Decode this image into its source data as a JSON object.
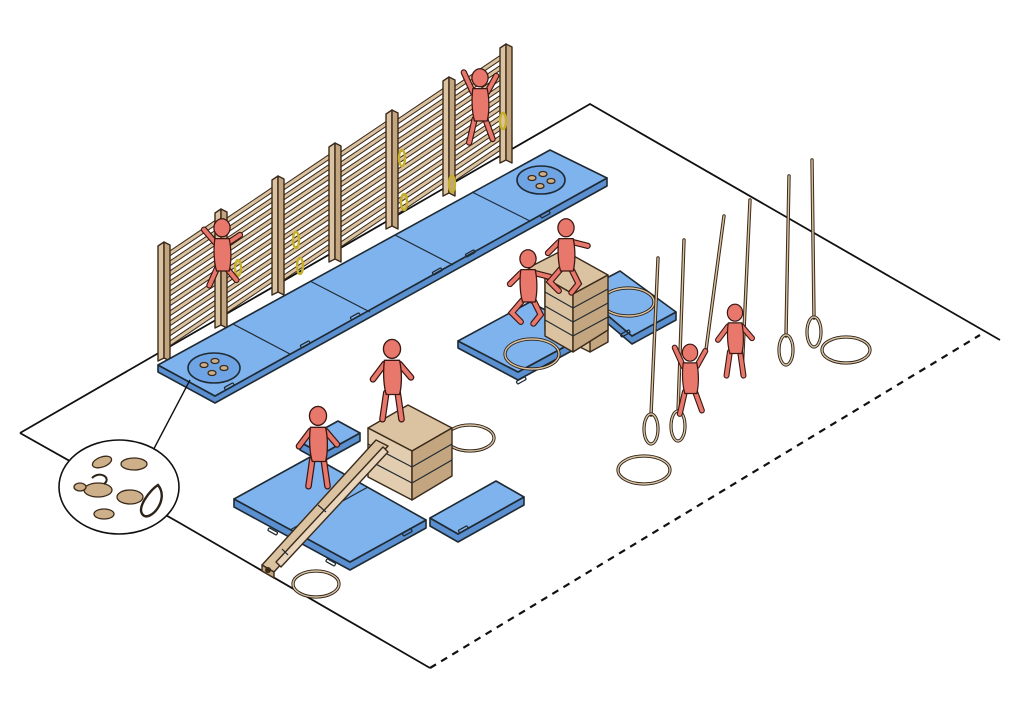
{
  "colors": {
    "mat": "#7fb3ee",
    "mat_side": "#5a8fd0",
    "wood": "#dbc3a2",
    "wood_dark": "#c3a57f",
    "kid": "#e8786b",
    "beanbag": "#cdb08a",
    "outline": "#1f2a33",
    "floor": "#ffffff"
  },
  "scene": {
    "description_items": [
      "wall-bars",
      "gym-mats",
      "vaulting-boxes",
      "inclined-bench",
      "hula-hoops",
      "climbing-ropes",
      "gymnastic-rings",
      "beanbags",
      "children"
    ]
  }
}
